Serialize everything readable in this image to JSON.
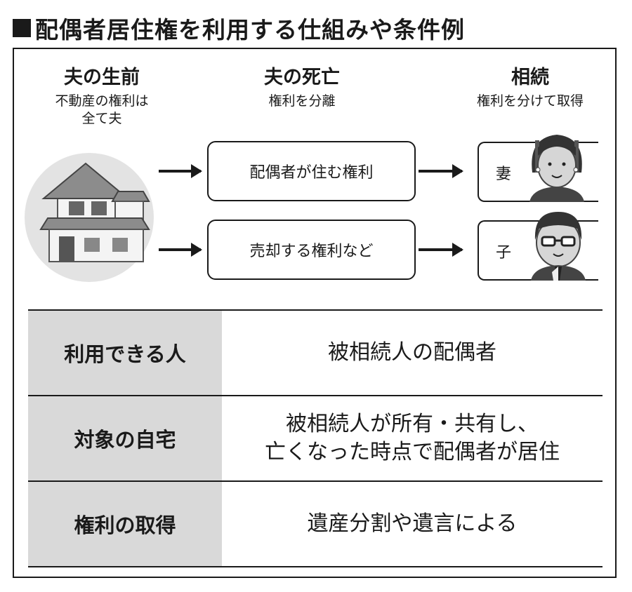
{
  "title": "配偶者居住権を利用する仕組みや条件例",
  "stages": [
    {
      "head": "夫の生前",
      "sub_lines": [
        "不動産の権利は",
        "全て夫"
      ]
    },
    {
      "head": "夫の死亡",
      "sub_lines": [
        "権利を分離"
      ]
    },
    {
      "head": "相続",
      "sub_lines": [
        "権利を分けて取得"
      ]
    }
  ],
  "rights": [
    "配偶者が住む権利",
    "売却する権利など"
  ],
  "heirs": [
    "妻",
    "子"
  ],
  "icons": {
    "house": "house-icon",
    "wife": "wife-icon",
    "child": "child-icon"
  },
  "colors": {
    "label_bg": "#d9d9d9",
    "ink": "#1a1a1a"
  },
  "table": [
    {
      "label": "利用できる人",
      "value_lines": [
        "被相続人の配偶者"
      ]
    },
    {
      "label": "対象の自宅",
      "value_lines": [
        "被相続人が所有・共有し、",
        "亡くなった時点で配偶者が居住"
      ]
    },
    {
      "label": "権利の取得",
      "value_lines": [
        "遺産分割や遺言による"
      ]
    }
  ]
}
